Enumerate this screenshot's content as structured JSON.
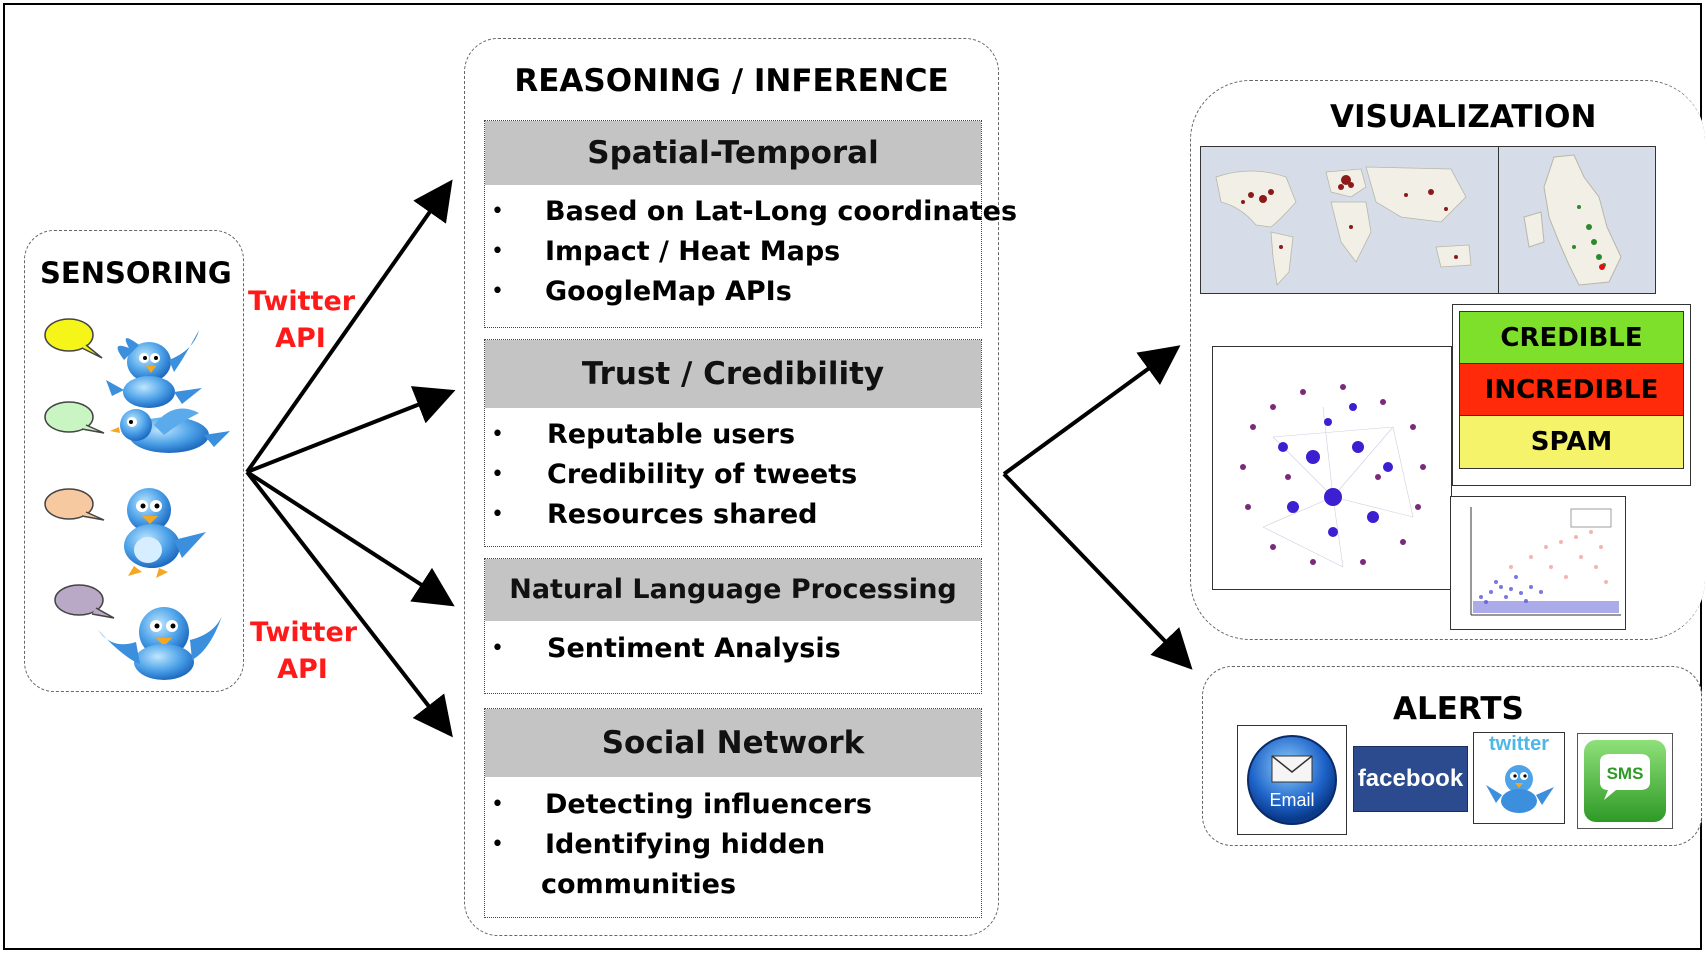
{
  "sensoring": {
    "title": "SENSORING",
    "birds": [
      {
        "bubble_color": "#f5f51a"
      },
      {
        "bubble_color": "#c8f5c2"
      },
      {
        "bubble_color": "#f7c9a0"
      },
      {
        "bubble_color": "#b9a8c6"
      }
    ]
  },
  "api_labels": [
    {
      "line1": "Twitter",
      "line2": "API"
    },
    {
      "line1": "Twitter",
      "line2": "API"
    }
  ],
  "reasoning": {
    "title": "REASONING / INFERENCE",
    "modules": [
      {
        "title": "Spatial-Temporal",
        "items": [
          "Based on Lat-Long coordinates",
          "Impact / Heat Maps",
          "GoogleMap APIs"
        ]
      },
      {
        "title": "Trust / Credibility",
        "items": [
          "Reputable users",
          "Credibility of tweets",
          "Resources shared"
        ]
      },
      {
        "title": "Natural Language Processing",
        "items": [
          "Sentiment Analysis"
        ]
      },
      {
        "title": "Social Network",
        "items": [
          "Detecting influencers",
          "Identifying hidden"
        ],
        "continuation": "communities"
      }
    ]
  },
  "visualization": {
    "title": "VISUALIZATION",
    "credibility_labels": [
      {
        "label": "CREDIBLE",
        "color": "#7ee02a"
      },
      {
        "label": "INCREDIBLE",
        "color": "#ff2a0a"
      },
      {
        "label": "SPAM",
        "color": "#f4f36a"
      }
    ]
  },
  "alerts": {
    "title": "ALERTS",
    "channels": [
      {
        "name": "Email",
        "color": "#1e63c8"
      },
      {
        "name": "facebook",
        "color": "#2c4a8e"
      },
      {
        "name": "twitter",
        "color": "#4fb6e8"
      },
      {
        "name": "SMS",
        "color": "#45b83a"
      }
    ]
  }
}
